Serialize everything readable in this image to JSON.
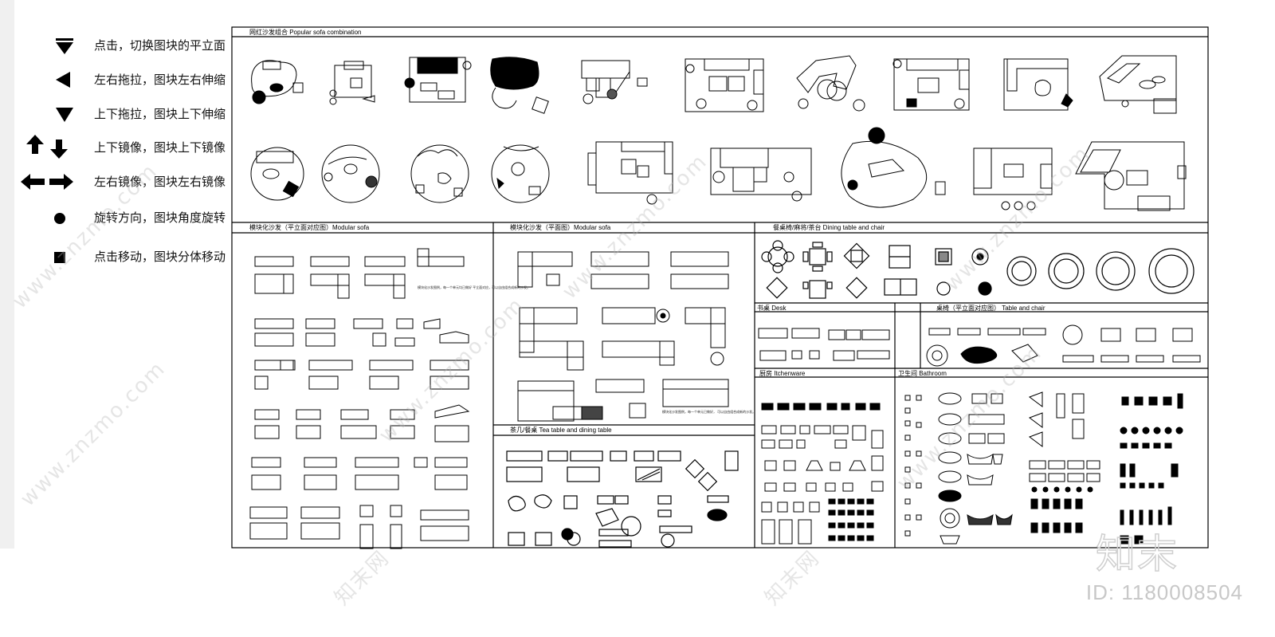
{
  "legend": [
    {
      "icon": "triangle-down-bar-icon",
      "text": "点击，切换图块的平立面"
    },
    {
      "icon": "triangle-left-icon",
      "text": "左右拖拉，图块左右伸缩"
    },
    {
      "icon": "triangle-down-icon",
      "text": "上下拖拉，图块上下伸缩"
    },
    {
      "icon": "arrows-up-down-icon",
      "text": "上下镜像，图块上下镜像"
    },
    {
      "icon": "arrows-left-right-icon",
      "text": "左右镜像，图块左右镜像"
    },
    {
      "icon": "circle-icon",
      "text": "旋转方向，图块角度旋转"
    },
    {
      "icon": "square-icon",
      "text": "点击移动，图块分体移动"
    }
  ],
  "sections": {
    "sofa_combination": "网红沙发组合  Popular sofa combination",
    "modular_sofa_planelev": "模块化沙发（平立面对应图）Modular sofa",
    "modular_sofa_plan": "模块化沙发（平面图）Modular sofa",
    "dining": "餐桌椅/麻将/茶台 Dining table and chair",
    "desk": "书桌 Desk",
    "table_chair": "桌椅（平立面对应图） Table and chair",
    "tea_table": "茶几/餐桌 Tea table and dining table",
    "kitchen": "厨房 Itchenware",
    "bathroom": "卫生间 Bathroom"
  },
  "notes": {
    "modular_note": "模块化沙发图例，每一个单元均已做好\n平立面对应，可以自由组合成新的沙发。",
    "plan_note": "模块化沙发图例，每一个单元已做好，\n可以自由组合成新的沙发。"
  },
  "watermark": {
    "site": "www.znzmo.com",
    "brand": "知末网",
    "logo": "知末",
    "id": "ID: 1180008504"
  },
  "colors": {
    "ink": "#000000",
    "watermark": "#c8c8c8",
    "strip": "#f0f0f0"
  }
}
